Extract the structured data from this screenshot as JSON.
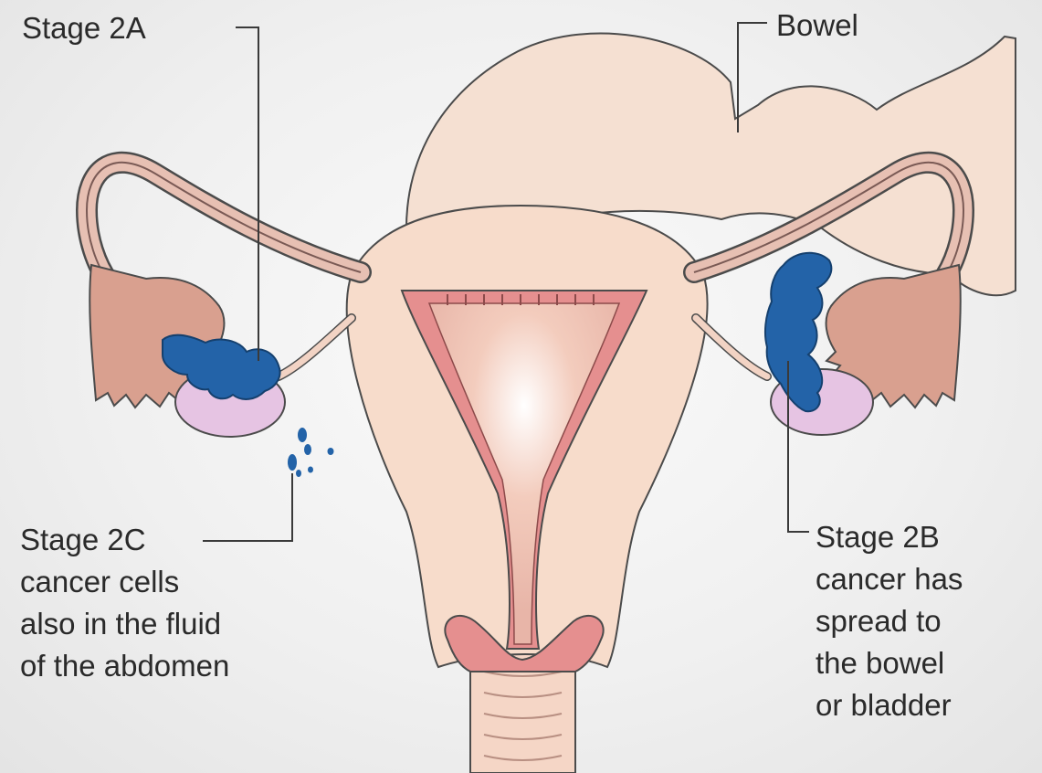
{
  "labels": {
    "stage_2a": "Stage 2A",
    "bowel": "Bowel",
    "stage_2c": [
      "Stage 2C",
      "cancer cells",
      "also in the fluid",
      "of the abdomen"
    ],
    "stage_2b": [
      "Stage 2B",
      "cancer has",
      "spread to",
      "the bowel",
      "or bladder"
    ]
  },
  "colors": {
    "tissue": "#f7dccb",
    "bowel": "#f5e0d2",
    "endometrium": "#e58f8f",
    "tube": "#e7c0b3",
    "fimbria": "#d9a08f",
    "ovary": "#e6c4e3",
    "tumor": "#2363a8",
    "outline": "#4b4b4b",
    "label_text": "#2a2a2a"
  }
}
